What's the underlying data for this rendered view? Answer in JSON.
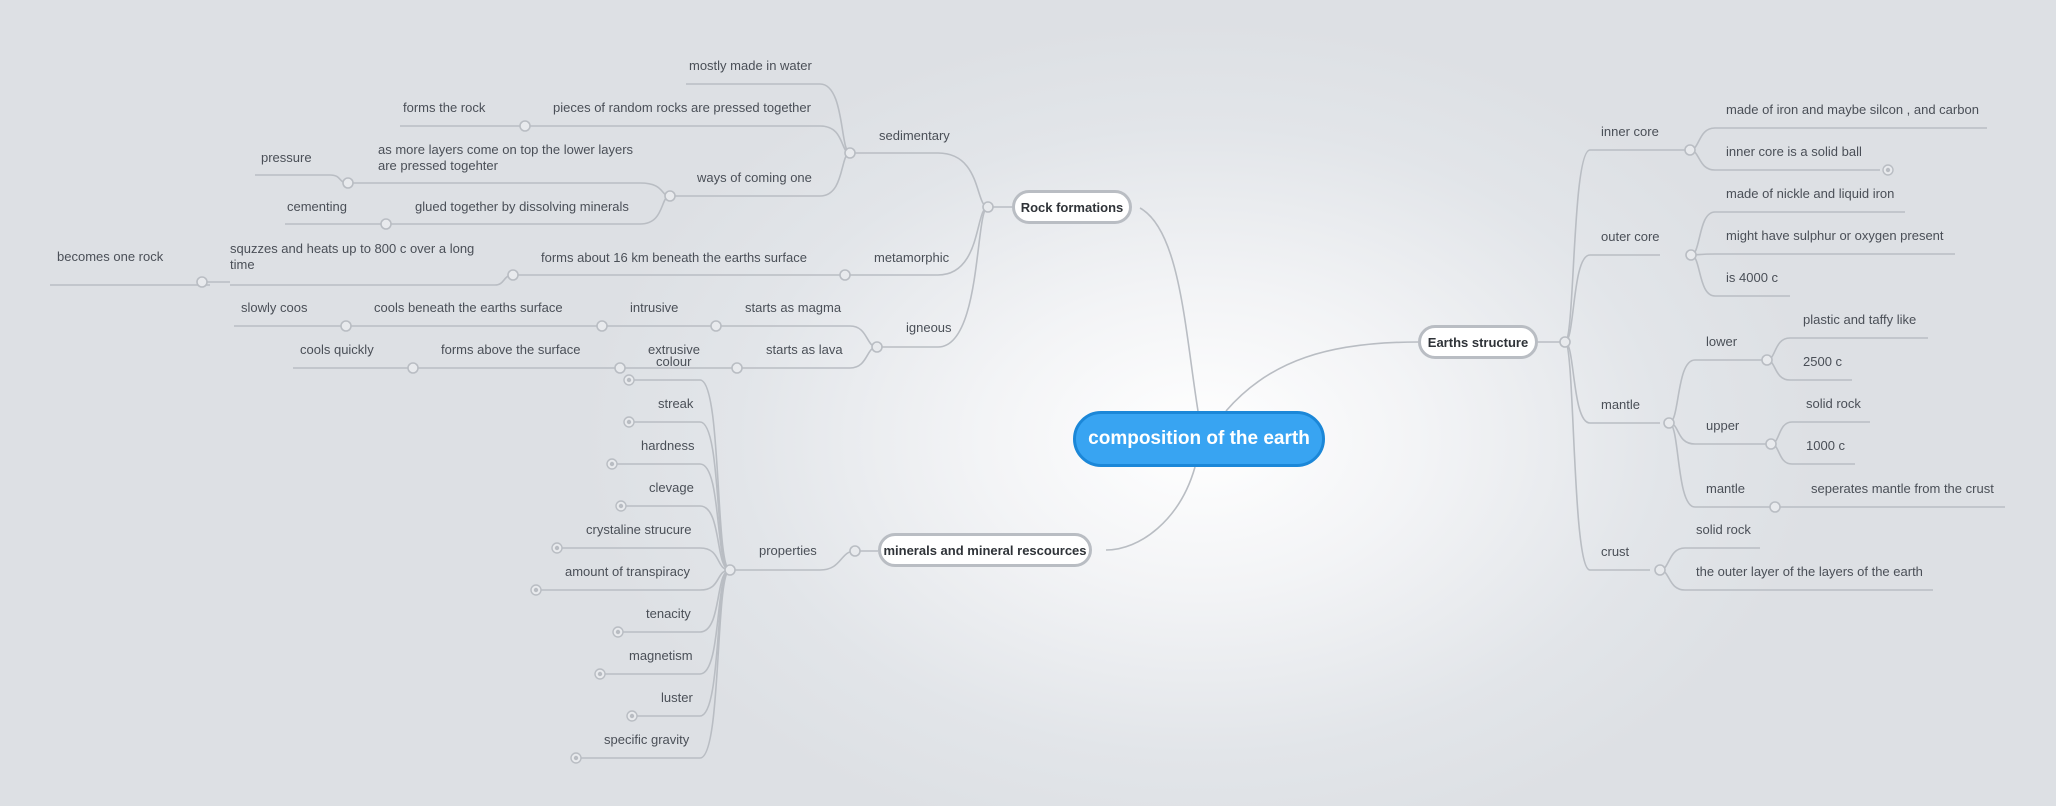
{
  "root": {
    "label": "composition of the earth"
  },
  "rock": {
    "label": "Rock formations",
    "sedimentary": {
      "label": "sedimentary",
      "water": "mostly made in water",
      "pressed": "pieces of random rocks are pressed together",
      "forms_rock": "forms the rock",
      "ways": "ways of coming one",
      "layers": "as more layers come on top the lower layers are pressed togehter",
      "pressure": "pressure",
      "glued": "glued together by dissolving minerals",
      "cementing": "cementing"
    },
    "metamorphic": {
      "label": "metamorphic",
      "forms": "forms about 16 km beneath the earths surface",
      "squzzes": "squzzes and heats up to 800 c over a long time",
      "one_rock": "becomes one rock"
    },
    "igneous": {
      "label": "igneous",
      "magma": "starts as magma",
      "intrusive": "intrusive",
      "cools_beneath": "cools beneath the earths surface",
      "slowly": "slowly coos",
      "lava": "starts as lava",
      "extrusive": "extrusive",
      "forms_above": "forms above the surface",
      "quickly": "cools quickly"
    }
  },
  "minerals": {
    "label": "minerals and mineral rescources",
    "properties": {
      "label": "properties",
      "items": [
        "colour",
        "streak",
        "hardness",
        "clevage",
        "crystaline strucure",
        "amount of transpiracy",
        "tenacity",
        "magnetism",
        "luster",
        "specific gravity"
      ]
    }
  },
  "earth": {
    "label": "Earths structure",
    "inner_core": {
      "label": "inner core",
      "iron": "made of iron and maybe silcon , and carbon",
      "solid": "inner core is a solid ball"
    },
    "outer_core": {
      "label": "outer core",
      "nickle": "made of nickle and liquid iron",
      "sulphur": "might have sulphur or oxygen present",
      "temp": "is 4000 c"
    },
    "mantle": {
      "label": "mantle",
      "lower": "lower",
      "plastic": "plastic and taffy like",
      "t2500": "2500 c",
      "upper": "upper",
      "solid": "solid rock",
      "t1000": "1000 c",
      "mantle_sub": "mantle",
      "separates": "seperates mantle from the crust"
    },
    "crust": {
      "label": "crust",
      "solid": "solid rock",
      "outer": "the outer layer of the layers of the earth"
    }
  },
  "colors": {
    "root_fill": "#38a4f2",
    "root_border": "#1b87d8",
    "line": "#b9bdc3"
  }
}
